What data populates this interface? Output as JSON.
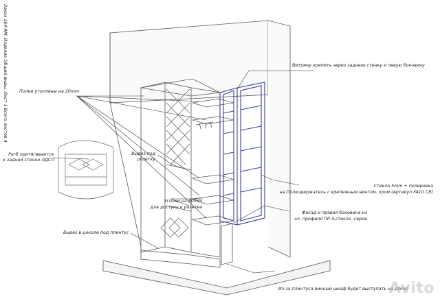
{
  "drawing": {
    "side_caption": "Заказ 164-АМ, Изделие Общий виды, Лист 1 Всего листов 4",
    "notes": {
      "showcase_mount": "Витрину крепить через заднюю стенку и левую боковину",
      "shelves_recessed": "Полки утоплены на 20mm",
      "pin_line1": "Рэгб притягивается",
      "pin_line2": "к задней стенке ЛДСП",
      "socket_line1": "Вырез под",
      "socket_line2": "розетку",
      "glass_line1": "Стекло 5mm + полировка",
      "glass_line2": "на Полкодержатель с крепежным винтом, хром (Артикул FA10 CR)",
      "corner_line1": "Уголки на 80mm",
      "corner_line2": "для доступа к розетке",
      "facade_line1": "Фасад и правая боковина из",
      "facade_line2": "ал. профиля ПР-4,стекло -серое",
      "plinth_cut": "Вырез в цоколе под плинтус",
      "plinth_gap": "Из-за плинтуса винный шкаф будет выступать на 18mm"
    },
    "watermark": "Avito",
    "colors": {
      "line": "#4a4a4a",
      "showcase": "#3b3f9a",
      "wall": "#ffffff"
    }
  }
}
